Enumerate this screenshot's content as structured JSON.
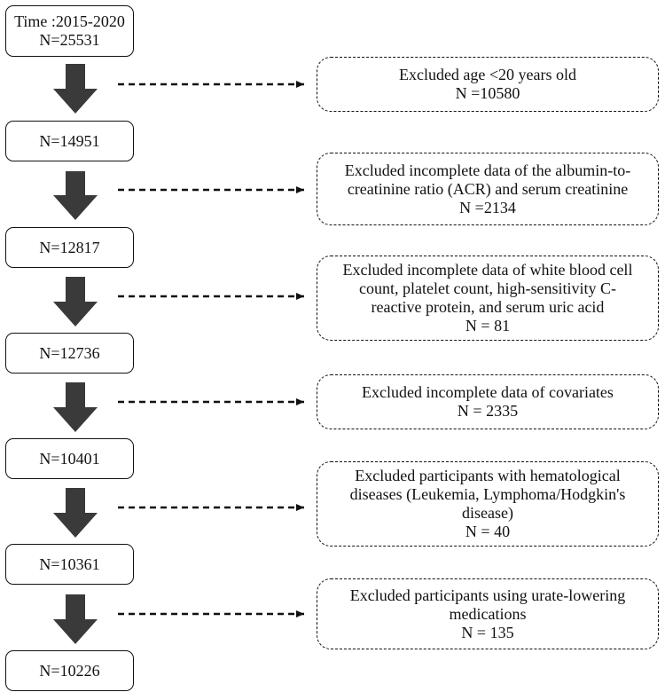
{
  "steps": [
    {
      "lines": [
        "Time :2015-2020",
        "N=25531"
      ]
    },
    {
      "lines": [
        "N=14951"
      ]
    },
    {
      "lines": [
        "N=12817"
      ]
    },
    {
      "lines": [
        "N=12736"
      ]
    },
    {
      "lines": [
        "N=10401"
      ]
    },
    {
      "lines": [
        "N=10361"
      ]
    },
    {
      "lines": [
        "N=10226"
      ]
    }
  ],
  "exclusions": [
    {
      "lines": [
        "Excluded age <20 years old",
        "N =10580"
      ]
    },
    {
      "lines": [
        "Excluded incomplete data of the albumin-to-",
        "creatinine ratio (ACR)  and serum creatinine",
        "N =2134"
      ]
    },
    {
      "lines": [
        "Excluded incomplete data of white blood cell",
        "count, platelet count, high-sensitivity C-",
        "reactive protein, and serum uric acid",
        "N = 81"
      ]
    },
    {
      "lines": [
        "Excluded incomplete data of covariates",
        "N = 2335"
      ]
    },
    {
      "lines": [
        "Excluded participants with hematological",
        "diseases (Leukemia, Lymphoma/Hodgkin's",
        "disease)",
        "N =  40"
      ]
    },
    {
      "lines": [
        "Excluded participants using urate-lowering",
        "medications",
        "N =  135"
      ]
    }
  ],
  "colors": {
    "arrow_fill": "#3a3a3a",
    "border": "#111111",
    "background": "#ffffff"
  }
}
